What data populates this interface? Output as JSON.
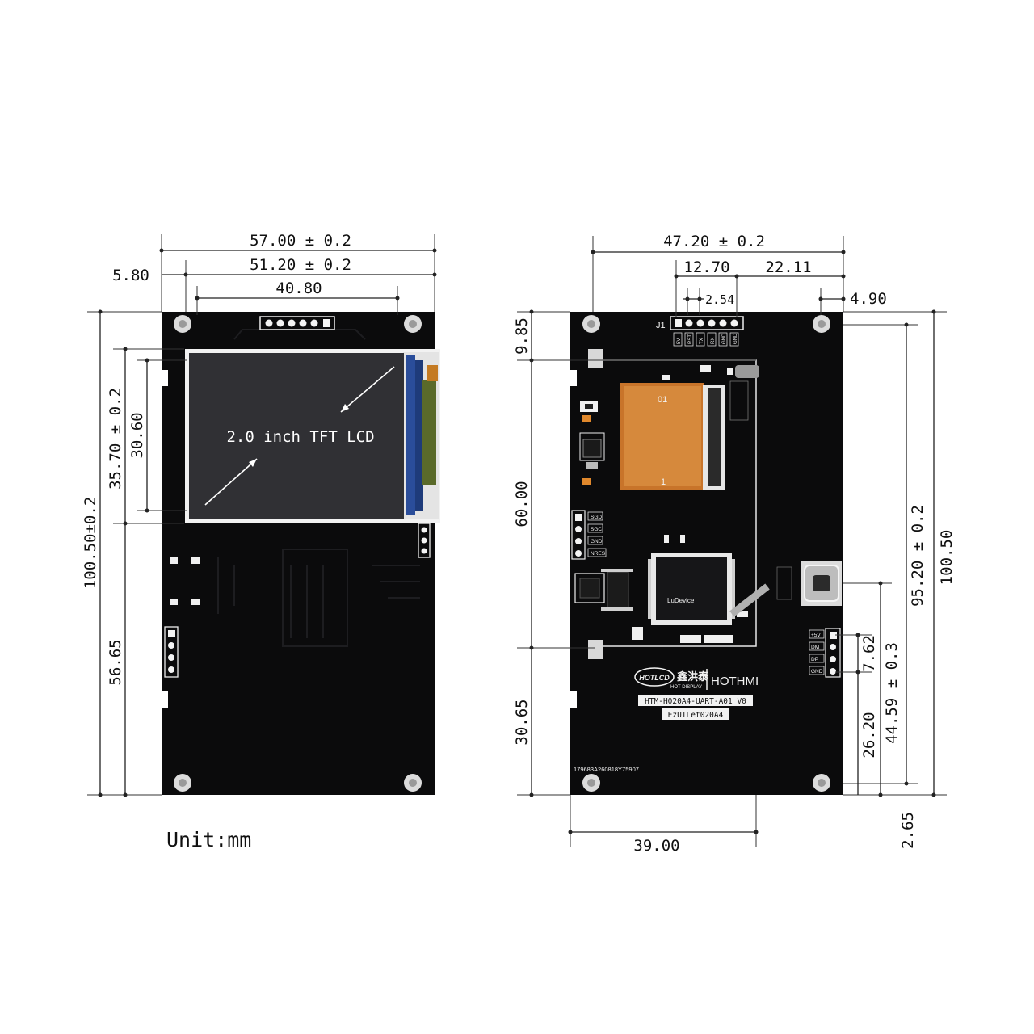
{
  "unit_label": "Unit:mm",
  "front": {
    "lcd_label": "2.0 inch TFT LCD",
    "dims": {
      "total_width": "57.00 ± 0.2",
      "inner_width": "51.20 ± 0.2",
      "left_offset": "5.80",
      "pin_span": "40.80",
      "total_height": "100.50±0.2",
      "lcd_height": "35.70 ± 0.2",
      "active_height": "30.60",
      "lower_height": "56.65"
    }
  },
  "back": {
    "connector_label": "J1",
    "pin_labels": [
      "5V",
      "RST",
      "TX",
      "RX",
      "GND",
      "GND"
    ],
    "side_labels": [
      "SGD",
      "SGC",
      "GND",
      "NRES"
    ],
    "usb_labels": [
      "+5V",
      "DM",
      "DP",
      "GND"
    ],
    "brand_logo": "HOTLCD",
    "brand_cn": "鑫洪泰",
    "brand_sub": "HOT DISPLAY",
    "brand_name": "HOTHMI",
    "model": "HTM-H020A4-UART-A01 V0",
    "board_name": "EzUILet020A4",
    "serial": "179683A260818Y75907",
    "dims": {
      "total_width": "47.20 ± 0.2",
      "hdr_offset": "12.70",
      "hdr_right": "22.11",
      "pin_pitch": "2.54",
      "right_margin": "4.90",
      "top_offset": "9.85",
      "mid_height": "60.00",
      "bottom_height": "30.65",
      "inner_height": "95.20 ± 0.2",
      "total_height": "100.50",
      "usb_height": "44.59 ± 0.3",
      "pad_height": "26.20",
      "pad_pitch": "7.62",
      "bottom_margin": "2.65",
      "bottom_width": "39.00"
    }
  }
}
